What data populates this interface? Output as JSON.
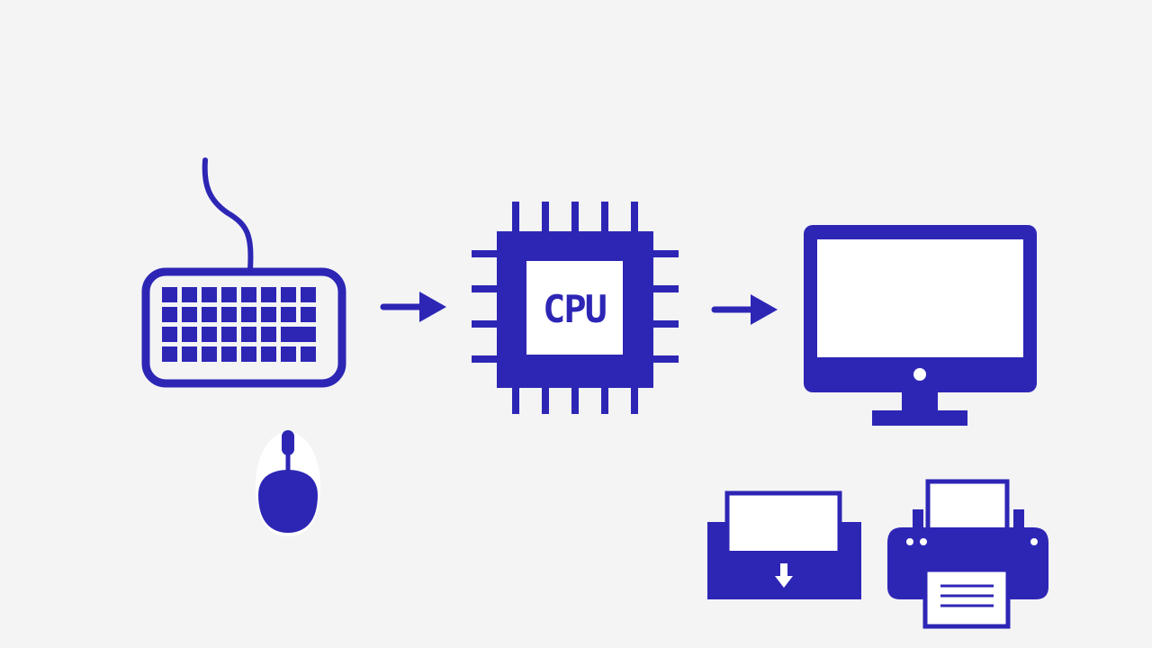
{
  "colors": {
    "accent": "#2d26b5",
    "background": "#f4f4f5",
    "white": "#ffffff"
  },
  "diagram": {
    "nodes": [
      {
        "id": "keyboard",
        "icon": "keyboard-icon",
        "role": "input"
      },
      {
        "id": "mouse",
        "icon": "mouse-icon",
        "role": "input"
      },
      {
        "id": "cpu",
        "icon": "cpu-chip-icon",
        "label": "CPU",
        "role": "processing"
      },
      {
        "id": "monitor",
        "icon": "monitor-icon",
        "role": "output"
      },
      {
        "id": "output-tray",
        "icon": "output-tray-icon",
        "role": "output"
      },
      {
        "id": "printer",
        "icon": "printer-icon",
        "role": "output"
      }
    ],
    "edges": [
      {
        "from": "keyboard",
        "to": "cpu",
        "icon": "arrow-right-icon"
      },
      {
        "from": "cpu",
        "to": "monitor",
        "icon": "arrow-right-icon"
      }
    ]
  }
}
